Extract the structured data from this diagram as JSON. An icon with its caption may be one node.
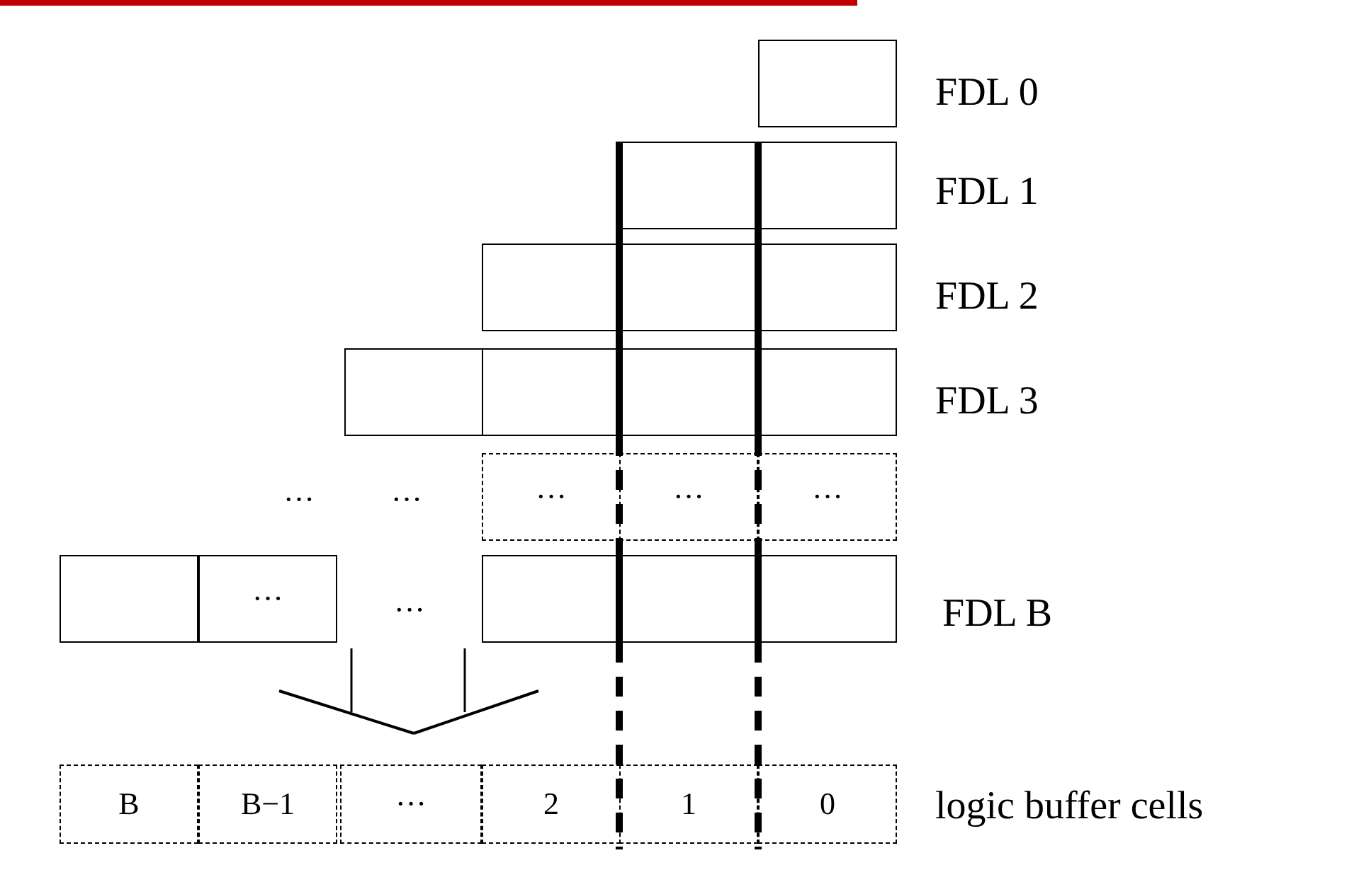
{
  "diagram": {
    "nodes": [
      {
        "text": [],
        "shape": "box"
      },
      {
        "text": [],
        "shape": "box"
      },
      {
        "text": [],
        "shape": "box"
      },
      {
        "text": [],
        "shape": "box"
      },
      {
        "text": [],
        "shape": "box"
      },
      {
        "text": [],
        "shape": "box"
      },
      {
        "text": [],
        "shape": "box"
      },
      {
        "text": [],
        "shape": "box"
      },
      {
        "text": [],
        "shape": "box"
      },
      {
        "text": [],
        "shape": "box"
      },
      {
        "text": [
          "···"
        ]
      },
      {
        "text": [
          "···"
        ]
      },
      {
        "text": [
          "···"
        ]
      },
      {
        "text": [],
        "shape": "box"
      },
      {
        "text": [
          "···"
        ]
      },
      {
        "text": [],
        "shape": "box"
      },
      {
        "text": [],
        "shape": "box"
      },
      {
        "text": [],
        "shape": "box"
      },
      {
        "text": [
          "B"
        ]
      },
      {
        "text": [
          "B−1"
        ]
      },
      {
        "text": [
          "···"
        ]
      },
      {
        "text": [
          "2"
        ]
      },
      {
        "text": [
          "1"
        ]
      },
      {
        "text": [
          "0"
        ]
      }
    ],
    "edges": [],
    "labels": [
      "FDL 0",
      "FDL 1",
      "FDL 2",
      "FDL 3",
      "···",
      "···",
      "···",
      "FDL B",
      "logic buffer cells"
    ]
  }
}
